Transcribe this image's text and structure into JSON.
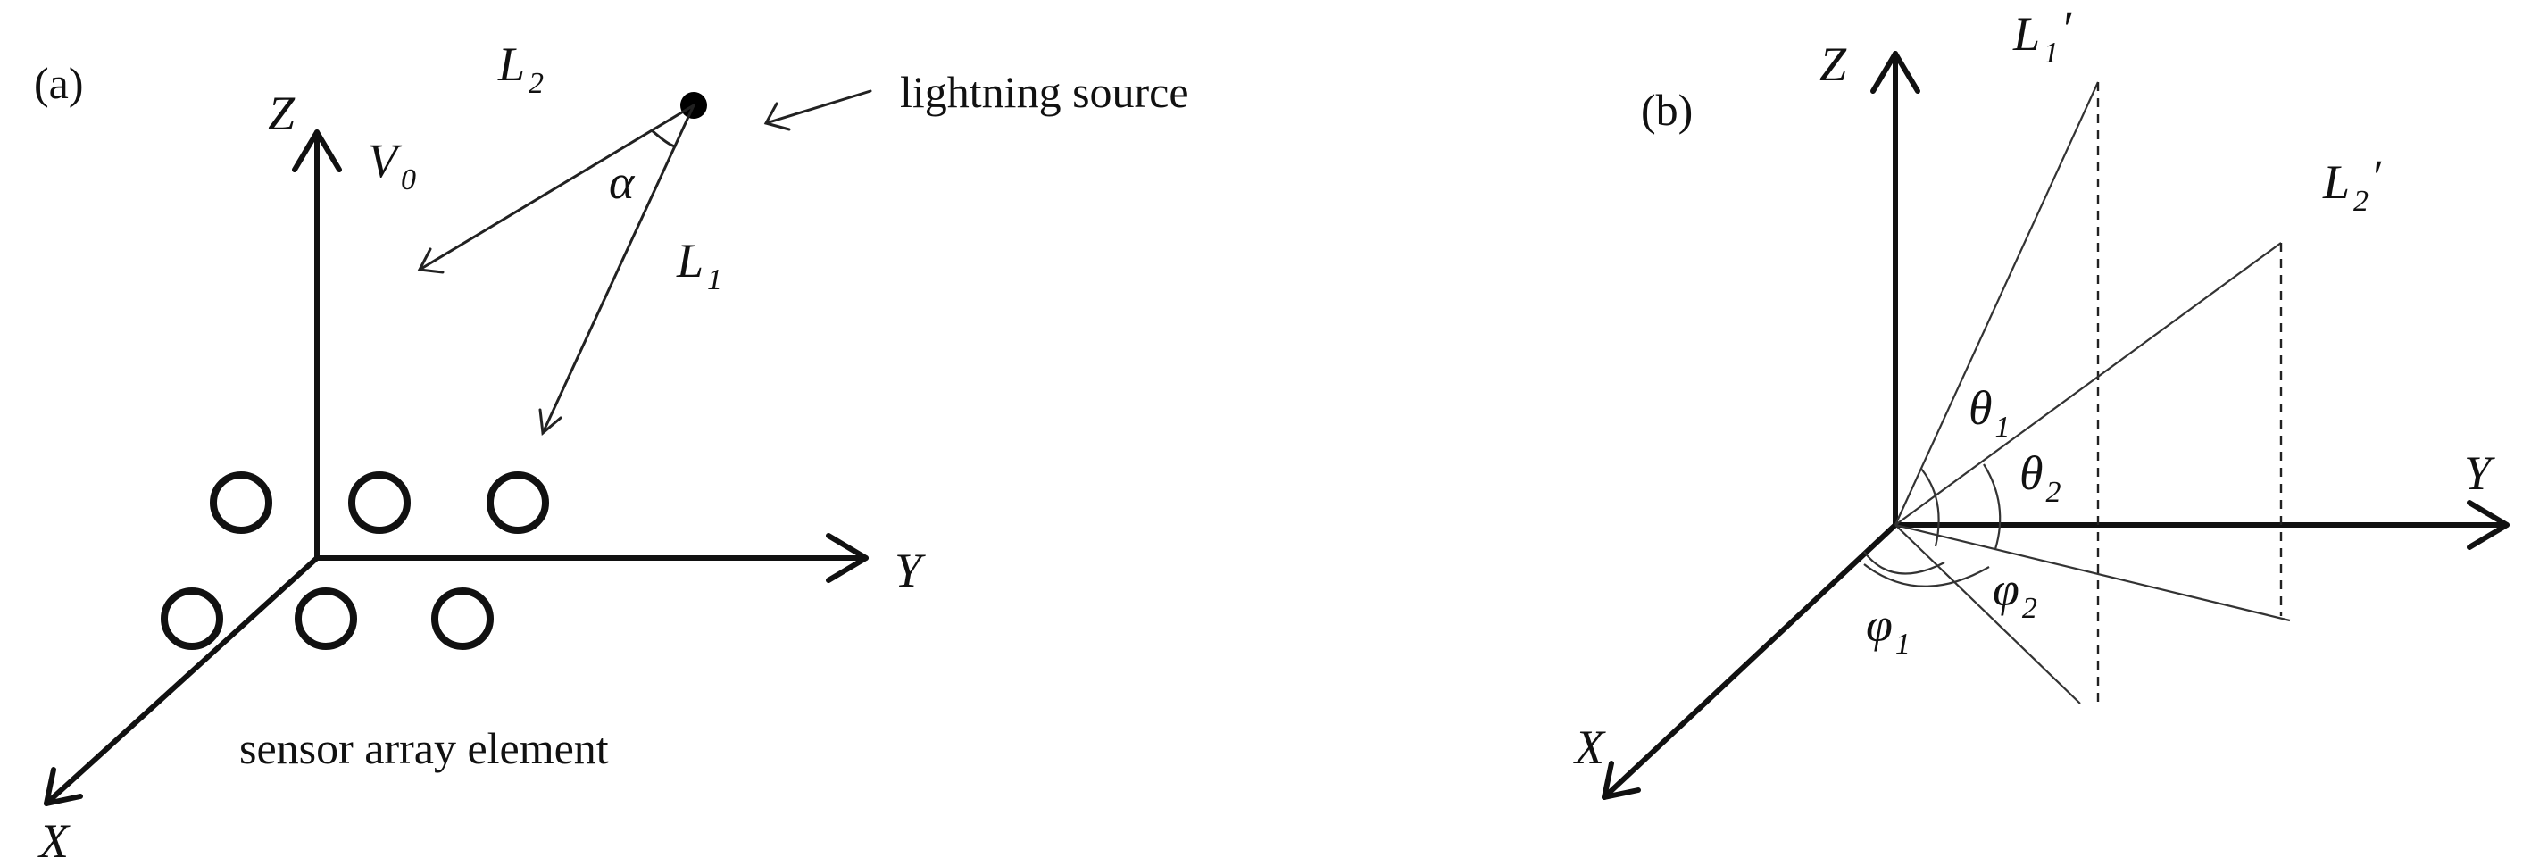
{
  "panel_a": {
    "tag": "(a)",
    "axes": {
      "x": "X",
      "y": "Y",
      "z": "Z"
    },
    "velocity": {
      "base": "V",
      "sub": "0"
    },
    "vector_1": {
      "base": "L",
      "sub": "1"
    },
    "vector_2": {
      "base": "L",
      "sub": "2"
    },
    "angle": "α",
    "source_label": "lightning source",
    "sensor_label": "sensor array element"
  },
  "panel_b": {
    "tag": "(b)",
    "axes": {
      "x": "X",
      "y": "Y",
      "z": "Z"
    },
    "vector_1": {
      "base": "L",
      "sub": "1",
      "prime": "′"
    },
    "vector_2": {
      "base": "L",
      "sub": "2",
      "prime": "′"
    },
    "elevation_1": {
      "base": "θ",
      "sub": "1"
    },
    "elevation_2": {
      "base": "θ",
      "sub": "2"
    },
    "azimuth_1": {
      "base": "φ",
      "sub": "1"
    },
    "azimuth_2": {
      "base": "φ",
      "sub": "2"
    }
  }
}
